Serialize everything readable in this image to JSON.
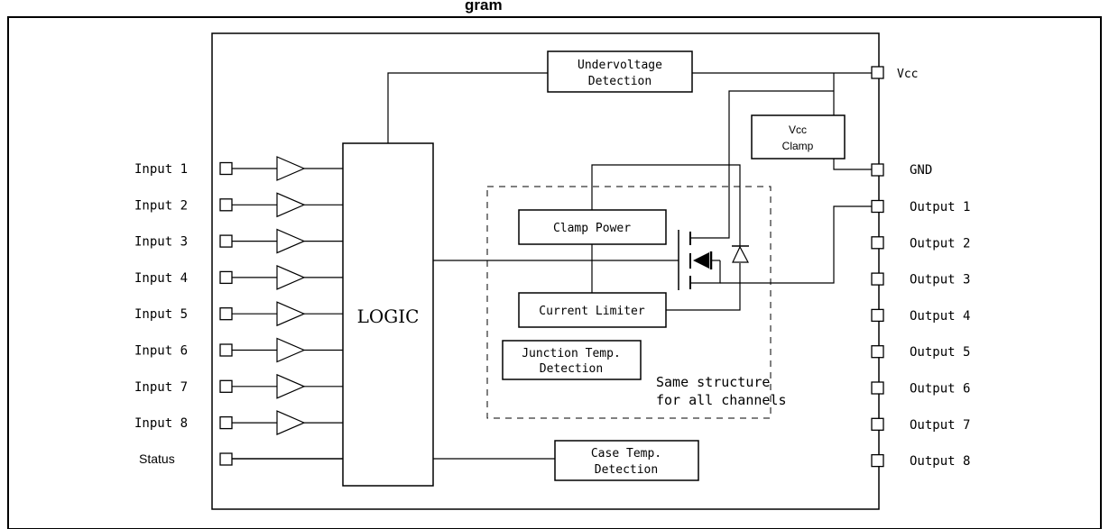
{
  "header_partial": "gram",
  "inputs": [
    "Input 1",
    "Input 2",
    "Input 3",
    "Input 4",
    "Input 5",
    "Input 6",
    "Input 7",
    "Input 8"
  ],
  "status_label": "Status",
  "right_pins": {
    "vcc": "Vcc",
    "gnd": "GND",
    "outputs": [
      "Output 1",
      "Output 2",
      "Output 3",
      "Output 4",
      "Output 5",
      "Output 6",
      "Output 7",
      "Output 8"
    ]
  },
  "blocks": {
    "logic": "LOGIC",
    "undervoltage": [
      "Undervoltage",
      "Detection"
    ],
    "vcc_clamp": [
      "Vcc",
      "Clamp"
    ],
    "clamp_power": "Clamp Power",
    "current_limiter": "Current Limiter",
    "junction_temp": [
      "Junction Temp.",
      "Detection"
    ],
    "case_temp": [
      "Case Temp.",
      "Detection"
    ]
  },
  "note": [
    "Same structure",
    "for all channels"
  ]
}
